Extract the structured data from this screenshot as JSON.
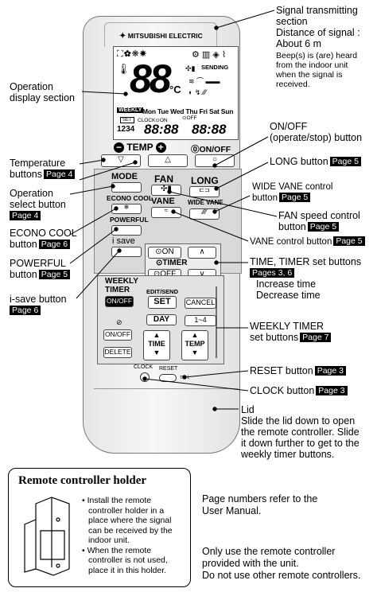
{
  "remote": {
    "brand": "MITSUBISHI ELECTRIC",
    "display": {
      "sending": "SENDING",
      "big_temp": "88",
      "unit": "°C",
      "weekly": "WEEKLY",
      "days": "Mon Tue Wed Thu Fri Sat Sun",
      "set": "SET",
      "clock_on": "CLOCK⊙ON",
      "off": "⊙OFF",
      "nums": "1234",
      "time1": "88:88",
      "time2": "88:88"
    },
    "temp_label": "TEMP",
    "onoff_label": "ON/OFF",
    "mode": "MODE",
    "econo": "ECONO COOL",
    "powerful": "POWERFUL",
    "isave": "i save",
    "fan": "FAN",
    "vane": "VANE",
    "long": "LONG",
    "wide_vane": "WIDE VANE",
    "on": "⊙ON",
    "off": "⊙OFF",
    "timer": "TIMER",
    "weekly_timer_1": "WEEKLY",
    "weekly_timer_2": "TIMER",
    "weekly_onoff": "ON/OFF",
    "edit_send": "EDIT/SEND",
    "set_btn": "SET",
    "cancel": "CANCEL",
    "day": "DAY",
    "one_four": "1~4",
    "onoff2": "ON/OFF",
    "delete": "DELETE",
    "time_btn": "TIME",
    "temp_btn": "TEMP",
    "clock": "CLOCK",
    "reset": "RESET"
  },
  "labels": {
    "signal_1": "Signal transmitting",
    "signal_2": "section",
    "signal_3": "Distance of signal :",
    "signal_4": "About 6 m",
    "beep_1": "Beep(s) is (are) heard",
    "beep_2": "from the indoor unit",
    "beep_3": "when the signal is",
    "beep_4": "received.",
    "opdisp_1": "Operation",
    "opdisp_2": "display section",
    "onoff_1": "ON/OFF",
    "onoff_2": "(operate/stop) button",
    "temp_btn_1": "Temperature",
    "temp_btn_2": "buttons",
    "temp_btn_page": "Page 4",
    "long_btn": "LONG button",
    "long_page": "Page 5",
    "opsel_1": "Operation",
    "opsel_2": "select button",
    "opsel_page": "Page 4",
    "wide_1": "WIDE VANE control",
    "wide_2": "button",
    "wide_page": "Page 5",
    "econo_1": "ECONO COOL",
    "econo_2": "button",
    "econo_page": "Page 6",
    "fan_1": "FAN speed control",
    "fan_2": "button",
    "fan_page": "Page 5",
    "powerful_1": "POWERFUL",
    "powerful_2": "button",
    "powerful_page": "Page 5",
    "vane_ctrl": "VANE control button",
    "vane_page": "Page 5",
    "timeset_1": "TIME, TIMER set buttons",
    "timeset_page": "Pages 3, 6",
    "inc": "Increase time",
    "dec": "Decrease time",
    "isave_1": "i-save button",
    "isave_page": "Page 6",
    "weekly_1": "WEEKLY TIMER",
    "weekly_2": "set buttons",
    "weekly_page": "Page 7",
    "reset_btn": "RESET button",
    "reset_page": "Page 3",
    "clock_btn": "CLOCK button",
    "clock_page": "Page 3",
    "lid_1": "Lid",
    "lid_2": "Slide the lid down to open",
    "lid_3": "the remote controller. Slide",
    "lid_4": "it down further to get to the",
    "lid_5": "weekly timer buttons."
  },
  "holder": {
    "title": "Remote controller holder",
    "b1_1": "Install the remote",
    "b1_2": "controller holder in a",
    "b1_3": "place where the signal",
    "b1_4": "can be received by the",
    "b1_5": "indoor unit.",
    "b2_1": "When the remote",
    "b2_2": "controller is not used,",
    "b2_3": "place it in this holder."
  },
  "notes": {
    "n1_1": "Page numbers refer to the",
    "n1_2": "User Manual.",
    "n2_1": "Only use the remote controller",
    "n2_2": "provided with the unit.",
    "n2_3": "Do not use other remote controllers."
  }
}
